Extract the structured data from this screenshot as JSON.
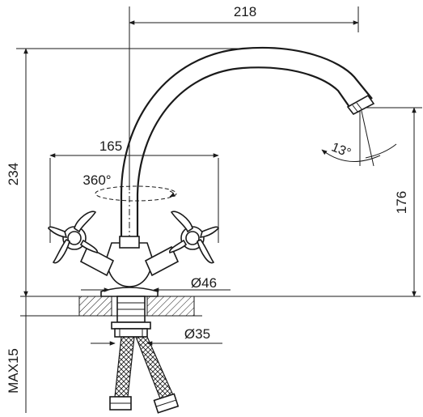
{
  "dimensions": {
    "spout_reach": "218",
    "height_total": "234",
    "handle_span": "165",
    "rotation": "360°",
    "outlet_height": "176",
    "angle": "13°",
    "base_diameter": "Ø46",
    "shank_diameter": "Ø35",
    "max_thickness": "MAX15"
  },
  "colors": {
    "line": "#1a1a1a",
    "background": "#ffffff"
  }
}
